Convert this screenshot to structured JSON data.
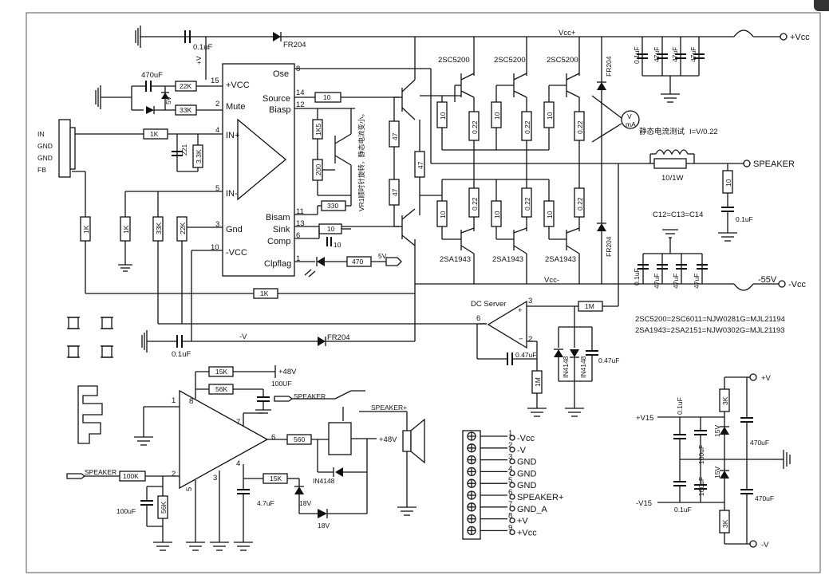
{
  "ic1": {
    "pins": {
      "vcc": "+VCC",
      "mute": "Mute",
      "in_plus": "IN+",
      "in_minus": "IN-",
      "gnd": "Gnd",
      "vneg": "-VCC",
      "ose": "Ose",
      "source": "Source",
      "biasp": "Biasp",
      "bisam": "Bisam",
      "sink": "Sink",
      "comp": "Comp",
      "clpflag": "Clpflag"
    },
    "pin_numbers": {
      "p15": "15",
      "p2": "2",
      "p4": "4",
      "p5": "5",
      "p3": "3",
      "p10": "10",
      "p8": "8",
      "p14": "14",
      "p12": "12",
      "p11": "11",
      "p13": "13",
      "p6": "6",
      "p1": "1"
    }
  },
  "input_connector": {
    "in": "IN",
    "gnd1": "GND",
    "gnd2": "GND",
    "fb": "FB"
  },
  "rails": {
    "vcc_plus": "Vcc+",
    "vcc_minus": "Vcc-",
    "plus_v": "+V",
    "minus_v": "-V",
    "out_plus": "+Vcc",
    "out_minus": "-Vcc",
    "v55": "-55V"
  },
  "components": {
    "c_top": "0.1uF",
    "c_bot": "0.1uF",
    "d_top": "FR204",
    "d_bot": "FR204",
    "c470": "470uF",
    "r22k": "22K",
    "r33k": "33K",
    "z5v": "5V",
    "r1k_in": "1K",
    "c221": "221",
    "r33k_v": "3.3K",
    "r1k_a": "1K",
    "r1k_b": "1K",
    "r33k_b": "33K",
    "r22k_b": "22K",
    "r1k_fb": "1K",
    "r10_src": "10",
    "r1k5": "1K5",
    "r200": "200",
    "r330": "330",
    "r10_sink": "10",
    "c10": "10",
    "r470": "470",
    "led5v": "5V",
    "r47_a": "47",
    "r47_b": "47",
    "r47_c": "47",
    "npn1": "2SC5200",
    "npn2": "2SC5200",
    "npn3": "2SC5200",
    "pnp1": "2SA1943",
    "pnp2": "2SA1943",
    "pnp3": "2SA1943",
    "r10": "10",
    "r022": "0.22",
    "fr204_a": "FR204",
    "fr204_b": "FR204",
    "c47a": "47uF",
    "c47b": "47uF",
    "c47c": "47uF",
    "c01": "0.1uF",
    "c12": "C12=C13=C14",
    "c01b": "0.1uF",
    "l10": "10/1W",
    "r10_z": "10",
    "c01_z": "0.1uF",
    "vr_note": "VR1顺时针旋转，静态电流变小。",
    "meter_note": "静态电流测试",
    "meter_i": "I=V/0.22",
    "meter_v": "V",
    "meter_ma": "mA",
    "dc_servo": "DC Server",
    "r1m_a": "1M",
    "r1m_b": "1M",
    "c047a": "0.47uF",
    "c047b": "0.47uF",
    "in4148_a": "IN4148",
    "in4148_b": "IN4148",
    "amp2_pin8": "8",
    "amp2_pin1": "1",
    "amp2_pin2": "2",
    "amp2_pin7": "7",
    "amp2_pin6": "6",
    "amp2_pin4": "4",
    "amp2_pin3": "3",
    "amp2_pin5": "5",
    "r15k": "15K",
    "r56k": "56K",
    "c100": "100UF",
    "v48": "+48V",
    "v48b": "+48V",
    "r560": "560",
    "in4148_c": "IN4148",
    "r15k_b": "15K",
    "c47u": "4.7uF",
    "z18a": "18V",
    "z18b": "18V",
    "r100k": "100K",
    "r56k_b": "56K",
    "c100b": "100uF",
    "spk_in": "SPEAKER",
    "relay_spk": "SPEAKER",
    "relay_spkp": "SPEAKER+",
    "psu_v15p": "+V15",
    "psu_v15m": "-V15",
    "psu_c01a": "0.1uF",
    "psu_c01b": "0.1uF",
    "psu_c100a": "100uF",
    "psu_c100b": "100uF",
    "psu_z15a": "15V",
    "psu_z15b": "15V",
    "psu_3k_a": "3K",
    "psu_3k_b": "3K",
    "psu_c470a": "470uF",
    "psu_c470b": "470uF",
    "psu_vp": "+V",
    "psu_vm": "-V"
  },
  "equivalents": {
    "line1": "2SC5200=2SC6011=NJW0281G=MJL21194",
    "line2": "2SA1943=2SA2151=NJW0302G=MJL21193"
  },
  "speaker_out": "SPEAKER",
  "pin1_top": "+V",
  "terminal_block": [
    "-Vcc",
    "-V",
    "GND",
    "GND",
    "GND",
    "SPEAKER+",
    "GND_A",
    "+V",
    "+Vcc"
  ],
  "terminal_numbers": [
    "1",
    "2",
    "3",
    "4",
    "5",
    "6",
    "7",
    "8",
    "9"
  ]
}
